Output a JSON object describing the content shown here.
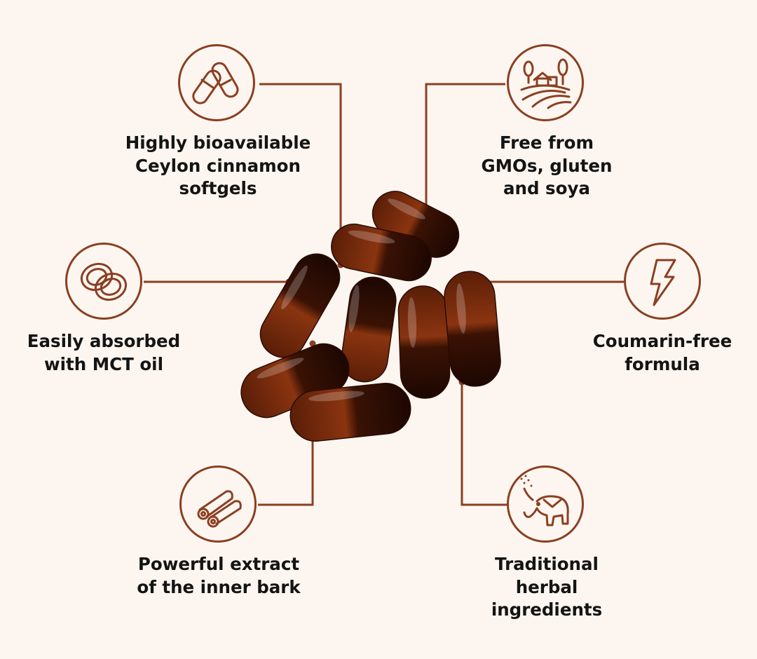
{
  "features": [
    {
      "icon": "capsule-icon",
      "lines": [
        "Highly bioavailable",
        "Ceylon cinnamon",
        "softgels"
      ]
    },
    {
      "icon": "farm-icon",
      "lines": [
        "Free from",
        "GMOs, gluten",
        "and soya"
      ]
    },
    {
      "icon": "coconut-icon",
      "lines": [
        "Easily absorbed",
        "with MCT oil"
      ]
    },
    {
      "icon": "lightning-bolt-icon",
      "lines": [
        "Coumarin-free",
        "formula"
      ]
    },
    {
      "icon": "cinnamon-sticks-icon",
      "lines": [
        "Powerful extract",
        "of the inner bark"
      ]
    },
    {
      "icon": "elephant-icon",
      "lines": [
        "Traditional",
        "herbal",
        "ingredients"
      ]
    }
  ],
  "colors": {
    "accent": "#8b3f22",
    "background": "#fdf6f0",
    "text": "#141414",
    "softgel": "#7a2c0c"
  }
}
